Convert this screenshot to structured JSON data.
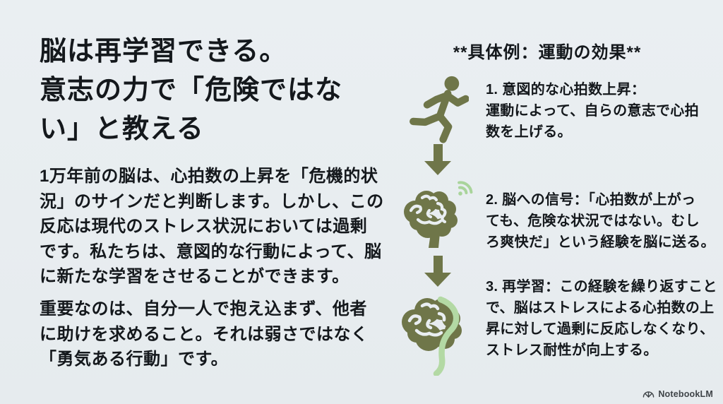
{
  "left": {
    "heading": "脳は再学習できる。\n意志の力で「危険ではな\nい」と教える",
    "paragraph1": "1万年前の脳は、心拍数の上昇を「危機的状\n況」のサインだと判断します。しかし、この\n反応は現代のストレス状況においては過剰\nです。私たちは、意図的な行動によって、脳\nに新たな学習をさせることができます。",
    "paragraph2": "重要なのは、自分一人で抱え込まず、他者\nに助けを求めること。それは弱さではなく\n「勇気ある行動」です。"
  },
  "right": {
    "heading": "**具体例：運動の効果**",
    "steps": [
      {
        "icon": "runner-icon",
        "text": "1. 意図的な心拍数上昇：\n運動によって、自らの意志で心拍\n数を上げる。"
      },
      {
        "icon": "brain-signal-icon",
        "text": "2. 脳への信号：「心拍数が上がっ\nても、危険な状況ではない。むし\nろ爽快だ」という経験を脳に送る。"
      },
      {
        "icon": "brain-resilience-icon",
        "text": "3. 再学習：この経験を繰り返すこと\nで、脳はストレスによる心拍数の上\n昇に対して過剰に反応しなくなり、\nストレス耐性が向上する。"
      }
    ],
    "flow_icon": "down-arrow-icon"
  },
  "footer": {
    "brand": "NotebookLM",
    "logo_icon": "notebooklm-fan-icon"
  },
  "colors": {
    "background": "#e8edf0",
    "text": "#14181c",
    "olive": "#6f7649",
    "light_green": "#a9d49b",
    "brand_text": "#3e4347"
  }
}
